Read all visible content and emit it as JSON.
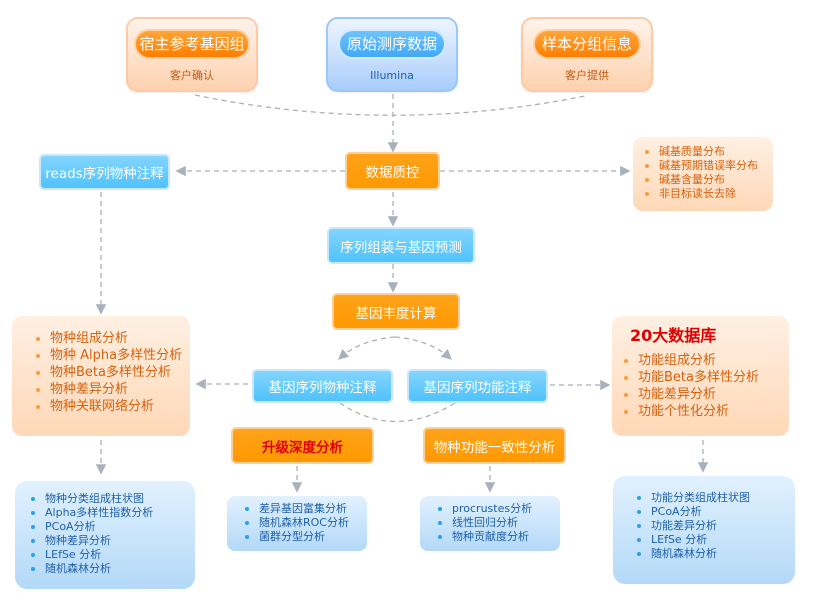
{
  "colors": {
    "orange": "#ff9900",
    "blue": "#4fc3fb",
    "peach": "#ffd8b7",
    "red_title": "#e00000",
    "connector": "#a9b1bd"
  },
  "sources": {
    "host_genome": {
      "label": "宿主参考基因组",
      "sub": "客户确认"
    },
    "raw_data": {
      "label": "原始测序数据",
      "sub": "Illumina"
    },
    "sample_group": {
      "label": "样本分组信息",
      "sub": "客户提供"
    }
  },
  "steps": {
    "qc": "数据质控",
    "reads_annot": "reads序列物种注释",
    "assembly": "序列组装与基因预测",
    "abundance": "基因丰度计算",
    "species_annot": "基因序列物种注释",
    "function_annot": "基因序列功能注释",
    "advanced": "升级深度分析",
    "consistency": "物种功能一致性分析"
  },
  "qc_items": [
    "碱基质量分布",
    "碱基预期错误率分布",
    "碱基含量分布",
    "非目标读长去除"
  ],
  "species_analysis": [
    "物种组成分析",
    "物种 Alpha多样性分析",
    "物种Beta多样性分析",
    "物种差异分析",
    "物种关联网络分析"
  ],
  "function_analysis": {
    "title": "20大数据库",
    "items": [
      "功能组成分析",
      "功能Beta多样性分析",
      "功能差异分析",
      "功能个性化分析"
    ]
  },
  "species_outputs": [
    "物种分类组成柱状图",
    "Alpha多样性指数分析",
    "PCoA分析",
    "物种差异分析",
    "LEfSe 分析",
    "随机森林分析"
  ],
  "advanced_outputs": [
    "差异基因富集分析",
    "随机森林ROC分析",
    "菌群分型分析"
  ],
  "consistency_outputs": [
    "procrustes分析",
    "线性回归分析",
    "物种贡献度分析"
  ],
  "function_outputs": [
    "功能分类组成柱状图",
    "PCoA分析",
    "功能差异分析",
    "LEfSe 分析",
    "随机森林分析"
  ]
}
